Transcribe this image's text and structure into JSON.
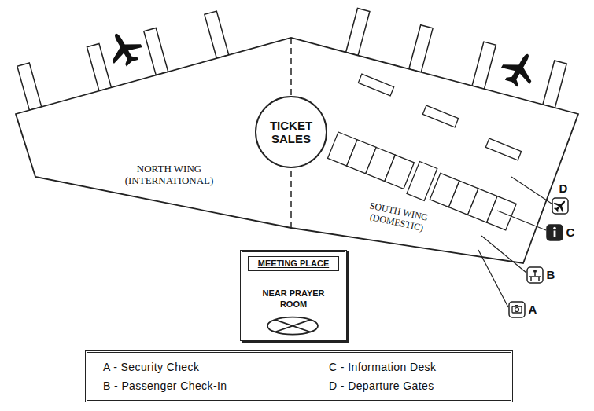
{
  "diagram": {
    "nodes": [
      {
        "text": [
          "TICKET SALES"
        ]
      },
      {
        "text": [
          "MEETING PLACE",
          "NEAR PRAYER ROOM"
        ]
      }
    ],
    "labels": [
      "NORTH WING (INTERNATIONAL)",
      "SOUTH WING (DOMESTIC)",
      "D",
      "C",
      "B",
      "A"
    ],
    "legend": [
      {
        "text": "A - Security Check"
      },
      {
        "text": "C - Information Desk"
      },
      {
        "text": "B - Passenger Check-In"
      },
      {
        "text": "D - Departure Gates"
      }
    ]
  }
}
